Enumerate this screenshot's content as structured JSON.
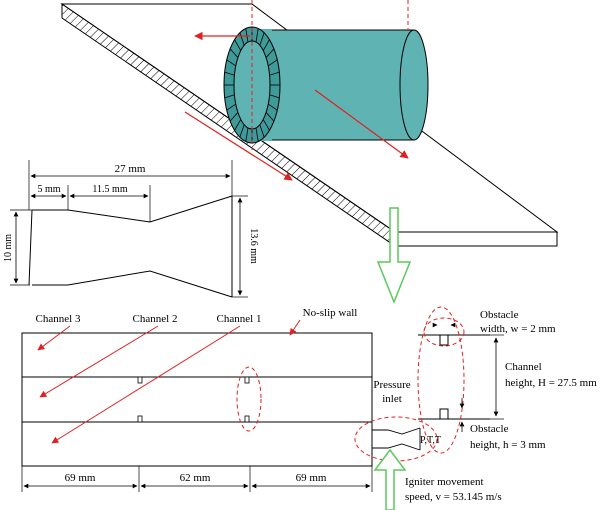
{
  "colors": {
    "accent_red": "#e02020",
    "cylinder_fill": "#5fb3b3",
    "cylinder_dark": "#3f9a9a",
    "arrow_green": "#5cc85c",
    "line": "#000000"
  },
  "nozzle": {
    "total_length": "27 mm",
    "seg_left": "5 mm",
    "seg_mid": "11.5 mm",
    "inlet_height": "10 mm",
    "outlet_height": "13.6 mm"
  },
  "channels": {
    "channel3": "Channel 3",
    "channel2": "Channel 2",
    "channel1": "Channel 1",
    "no_slip": "No-slip wall",
    "dim_left": "69 mm",
    "dim_mid": "62 mm",
    "dim_right": "69 mm"
  },
  "inlet": {
    "pressure": "Pressure",
    "inlet": "inlet",
    "ptt": "P,T,T"
  },
  "obstacle": {
    "label": "Obstacle",
    "width_label": "width, w = 2 mm",
    "channel": "Channel",
    "height_label": "height, H = 27.5 mm",
    "obstacle2": "Obstacle",
    "height_h": "height, h = 3 mm"
  },
  "igniter": {
    "line1": "Igniter movement",
    "line2": "speed, v = 53.145 m/s"
  }
}
